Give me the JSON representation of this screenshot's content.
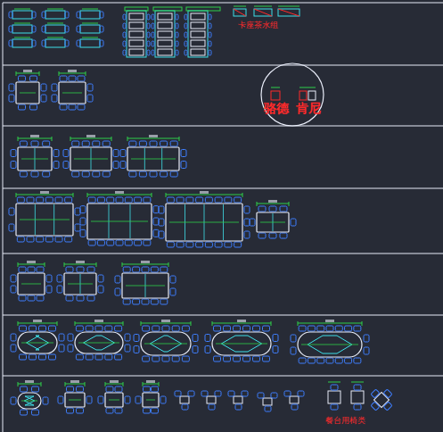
{
  "diagram": {
    "nodes": [
      {
        "text": [
          "骆德",
          "肯尼"
        ]
      }
    ],
    "edges": [],
    "labels": [
      "卡座茶水组",
      "餐台用椅类"
    ]
  }
}
